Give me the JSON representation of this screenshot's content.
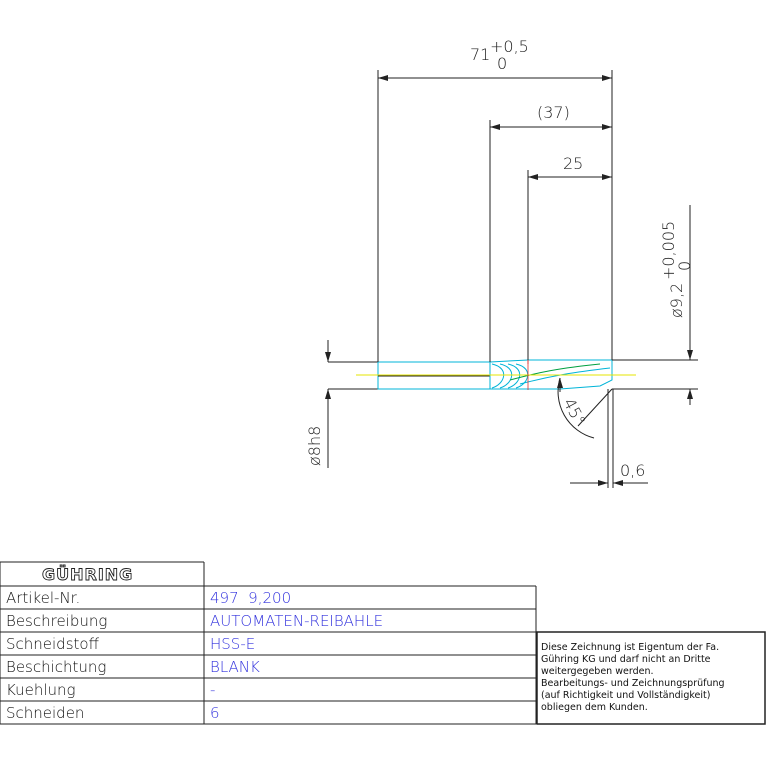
{
  "dimensions": {
    "overall_length": "71",
    "overall_tol_upper": "+0,5",
    "overall_tol_lower": "0",
    "ref_length": "(37)",
    "flute_length": "25",
    "cutting_diameter": "ø9,2",
    "cutting_tol_upper": "+0,005",
    "cutting_tol_lower": "0",
    "shank_diameter": "ø8h8",
    "chamfer_angle": "45°",
    "chamfer_length": "0,6"
  },
  "title_block": {
    "logo": "GÜHRING",
    "rows": [
      {
        "label": "Artikel-Nr.",
        "value": "497  9,200"
      },
      {
        "label": "Beschreibung",
        "value": "AUTOMATEN-REIBAHLE"
      },
      {
        "label": "Schneidstoff",
        "value": "HSS-E"
      },
      {
        "label": "Beschichtung",
        "value": "BLANK"
      },
      {
        "label": "Kuehlung",
        "value": "-"
      },
      {
        "label": "Schneiden",
        "value": "6"
      }
    ]
  },
  "note_lines": [
    "Diese Zeichnung ist Eigentum der Fa.",
    "Gühring KG und darf nicht an Dritte",
    "weitergegeben werden.",
    "Bearbeitungs- und Zeichnungsprüfung",
    "(auf Richtigkeit und Vollständigkeit)",
    "obliegen dem Kunden."
  ],
  "colors": {
    "line": "#222222",
    "tool_outline": "#00b4d8",
    "centerline": "#e6e600",
    "flute": "#00a040",
    "red": "#e03030",
    "value_text": "#3333dd"
  }
}
